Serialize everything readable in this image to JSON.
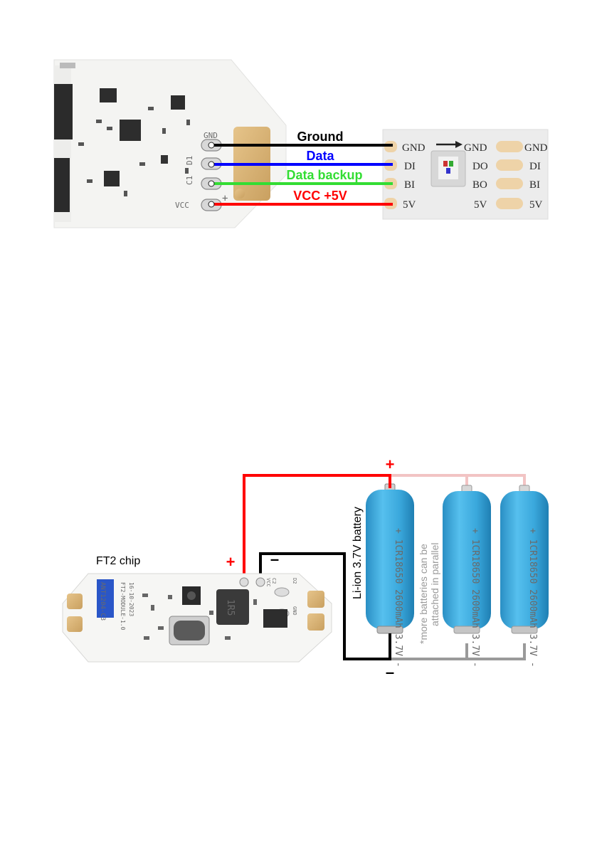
{
  "top_diagram": {
    "pcb_pads": [
      "GND",
      "D1",
      "C1",
      "VCC"
    ],
    "pcb_plus_mark": "+",
    "wires": [
      {
        "label": "Ground",
        "color": "#000000"
      },
      {
        "label": "Data",
        "color": "#0000ff"
      },
      {
        "label": "Data backup",
        "color": "#33dd33"
      },
      {
        "label": "VCC +5V",
        "color": "#ff0000"
      }
    ],
    "strip_left_pads": [
      "GND",
      "DI",
      "BI",
      "5V"
    ],
    "strip_mid_pads": [
      "GND",
      "DO",
      "BO",
      "5V"
    ],
    "strip_right_pads": [
      "GND",
      "DI",
      "BI",
      "5V"
    ]
  },
  "bottom_diagram": {
    "chip_label": "FT2 chip",
    "plus_sign": "+",
    "minus_sign": "–",
    "battery_label": "Li-ion 3.7V battery",
    "parallel_note_line1": "*more batteries can be",
    "parallel_note_line2": "attached in parallel",
    "cell_print": "+ 1CR18650 2600mAh 3.7V -",
    "board_text_blue": "ANT1204-C3",
    "board_text_module": "FT2-MODULE-1.0",
    "board_text_date": "16-10-2023",
    "board_pads": [
      "VCC",
      "C2",
      "D2",
      "GND"
    ],
    "inductor_mark": "1R5",
    "colors": {
      "positive": "#ff0000",
      "negative": "#000000",
      "parallel_positive": "#f2c4c4",
      "parallel_negative": "#9a9a9a",
      "battery_blue": "#3aaee0"
    }
  }
}
